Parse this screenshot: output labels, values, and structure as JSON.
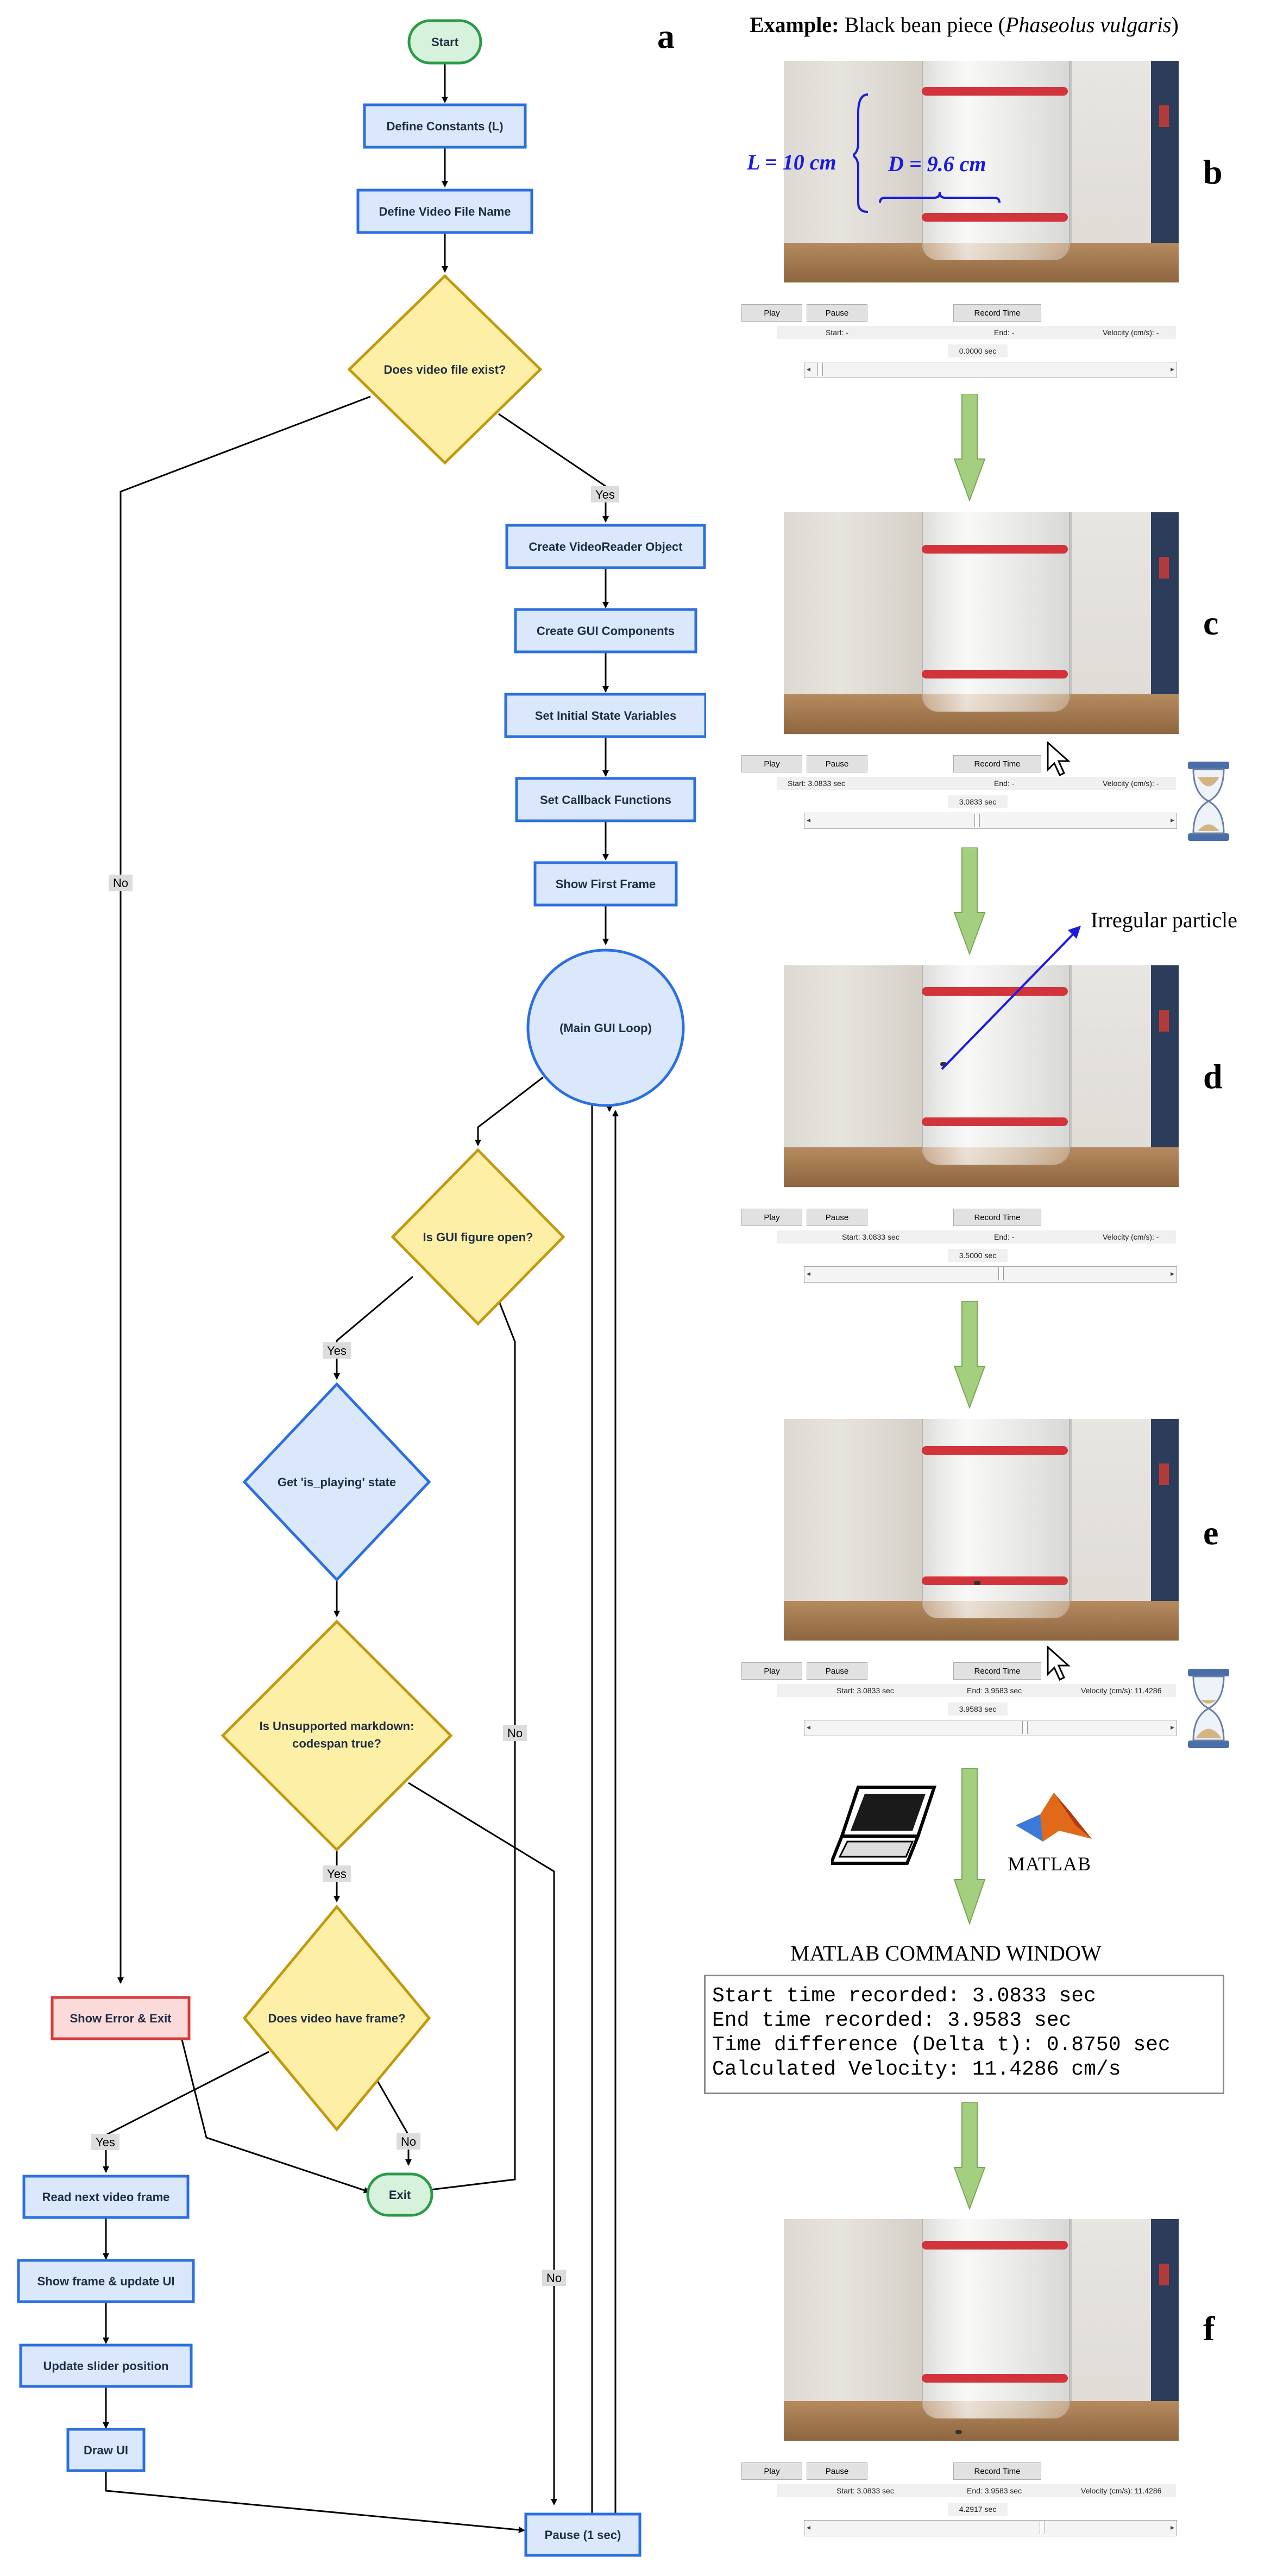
{
  "panels": {
    "a": "a",
    "b": "b",
    "c": "c",
    "d": "d",
    "e": "e",
    "f": "f"
  },
  "flowchart": {
    "start": "Start",
    "define_constants": "Define Constants (L)",
    "define_video": "Define Video File Name",
    "video_exists": "Does video file exist?",
    "create_reader": "Create VideoReader Object",
    "create_gui": "Create GUI Components",
    "set_state": "Set Initial State Variables",
    "set_callbacks": "Set Callback Functions",
    "show_first": "Show First Frame",
    "main_loop": "(Main GUI Loop)",
    "gui_open": "Is GUI figure open?",
    "get_playing": "Get 'is_playing' state",
    "unsupported_1": "Is Unsupported markdown:",
    "unsupported_2": "codespan true?",
    "has_frame": "Does video have frame?",
    "show_error": "Show Error & Exit",
    "exit": "Exit",
    "read_next": "Read next video frame",
    "show_frame": "Show frame & update UI",
    "update_slider": "Update slider position",
    "draw_ui": "Draw UI",
    "pause": "Pause (1 sec)",
    "yes": "Yes",
    "no": "No"
  },
  "example": {
    "label": "Example:",
    "text": " Black bean piece (",
    "species": "Phaseolus vulgaris",
    "close": ")"
  },
  "annotations": {
    "L": "L = 10 cm",
    "D": "D = 9.6 cm",
    "irregular": "Irregular particle"
  },
  "gui_buttons": {
    "play": "Play",
    "pause": "Pause",
    "record": "Record Time"
  },
  "gui_frames": [
    {
      "start": "Start: -",
      "end": "End: -",
      "velocity": "Velocity (cm/s): -",
      "time": "0.0000 sec",
      "pos": 0.0
    },
    {
      "start": "Start: 3.0833 sec",
      "end": "End: -",
      "velocity": "Velocity (cm/s): -",
      "time": "3.0833 sec",
      "pos": 0.46
    },
    {
      "start": "Start: 3.0833 sec",
      "end": "End: -",
      "velocity": "Velocity (cm/s): -",
      "time": "3.5000 sec",
      "pos": 0.53
    },
    {
      "start": "Start: 3.0833 sec",
      "end": "End: 3.9583 sec",
      "velocity": "Velocity (cm/s): 11.4286",
      "time": "3.9583 sec",
      "pos": 0.6
    },
    {
      "start": "Start: 3.0833 sec",
      "end": "End: 3.9583 sec",
      "velocity": "Velocity (cm/s): 11.4286",
      "time": "4.2917 sec",
      "pos": 0.65
    }
  ],
  "matlab": {
    "logo_text": "MATLAB",
    "title": "MATLAB COMMAND WINDOW",
    "lines": [
      "Start time recorded: 3.0833 sec",
      "End time recorded: 3.9583 sec",
      "Time difference (Delta t): 0.8750 sec",
      "Calculated Velocity: 11.4286 cm/s"
    ]
  },
  "colors": {
    "process_fill": "#dbe8fb",
    "process_stroke": "#2b6fe0",
    "decision_fill": "#fdf0a6",
    "decision_stroke": "#c29a12",
    "terminal_fill": "#d7f2dc",
    "terminal_stroke": "#2d9a4a",
    "error_fill": "#fbdada",
    "error_stroke": "#d83a3a",
    "arrow_green": "#a4cf7e"
  }
}
